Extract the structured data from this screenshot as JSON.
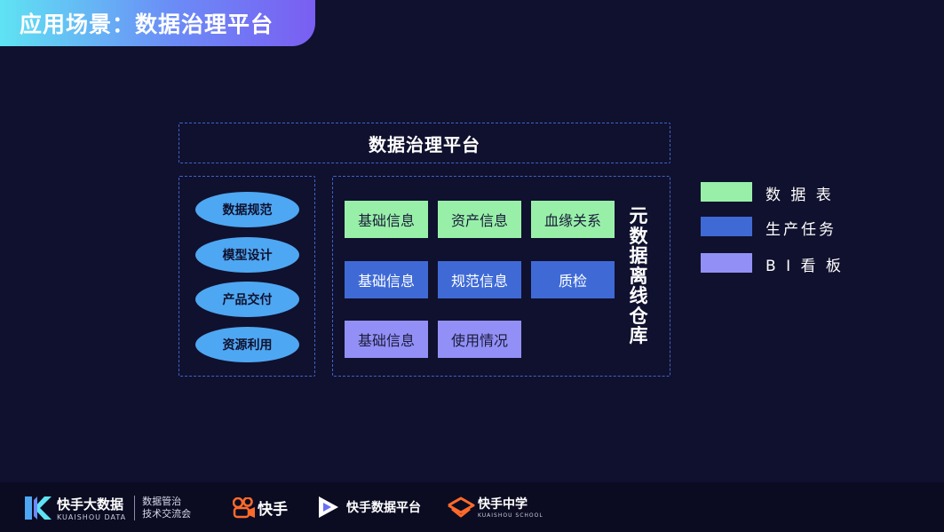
{
  "header": {
    "title": "应用场景：数据治理平台"
  },
  "platform": {
    "title": "数据治理平台"
  },
  "left_panel": {
    "items": [
      "数据规范",
      "模型设计",
      "产品交付",
      "资源利用"
    ]
  },
  "right_panel": {
    "rows": [
      [
        "基础信息",
        "资产信息",
        "血缘关系"
      ],
      [
        "基础信息",
        "规范信息",
        "质检"
      ],
      [
        "基础信息",
        "使用情况"
      ]
    ],
    "vertical_label": "元数据离线仓库"
  },
  "legend": {
    "items": [
      {
        "label": "数 据 表",
        "color": "#98f0a8"
      },
      {
        "label": "生产任务",
        "color": "#3f6ad6"
      },
      {
        "label": "B I 看 板",
        "color": "#9290f6"
      }
    ]
  },
  "footer": {
    "brand1_main": "快手大数据",
    "brand1_sub": "KUAISHOU DATA",
    "brand1_line1": "数据管治",
    "brand1_line2": "技术交流会",
    "brand2": "快手",
    "brand3": "快手数据平台",
    "brand4_main": "快手中学",
    "brand4_sub": "KUAISHOU SCHOOL"
  },
  "colors": {
    "background": "#10112e",
    "accent_green": "#98f0a8",
    "accent_blue": "#3f6ad6",
    "accent_purple": "#9290f6",
    "ellipse": "#4ea7f2",
    "dash": "#3f62c9"
  }
}
